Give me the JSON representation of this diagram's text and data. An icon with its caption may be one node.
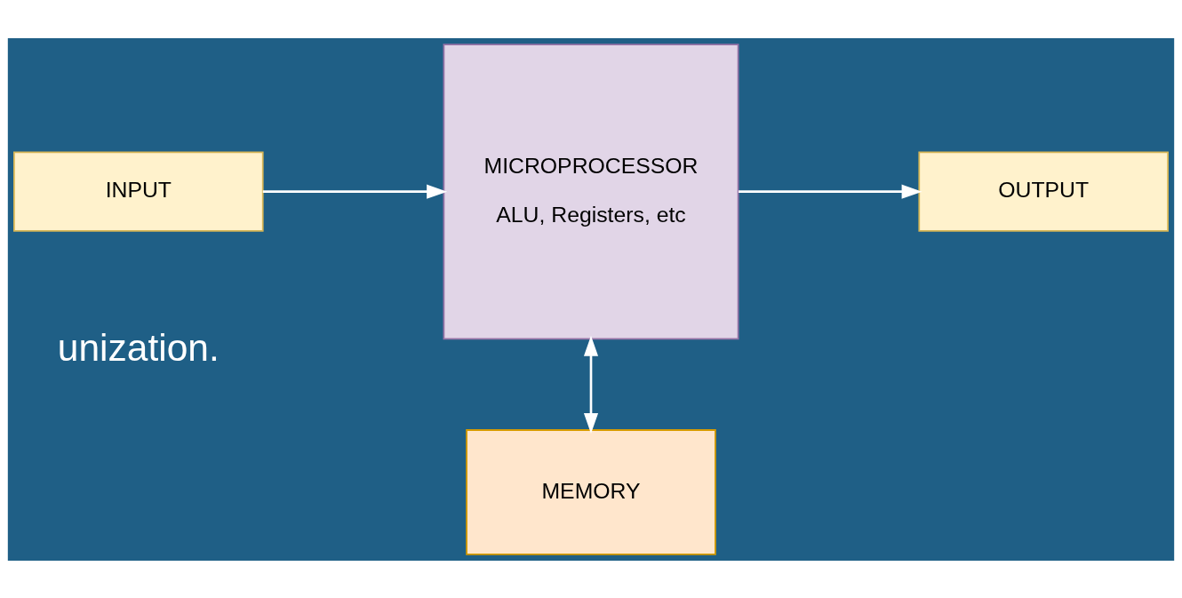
{
  "diagram": {
    "nodes": [
      {
        "text": [
          "INPUT"
        ]
      },
      {
        "text": [
          "MICROPROCESSOR",
          "ALU, Registers, etc"
        ]
      },
      {
        "text": [
          "OUTPUT"
        ]
      },
      {
        "text": [
          "MEMORY"
        ]
      }
    ],
    "edges": [
      {
        "from": 0,
        "to": 1,
        "arrow": "to"
      },
      {
        "from": 1,
        "to": 2,
        "arrow": "to"
      },
      {
        "from": 1,
        "to": 3,
        "arrow": "both"
      }
    ],
    "labels": [
      "unization."
    ]
  }
}
